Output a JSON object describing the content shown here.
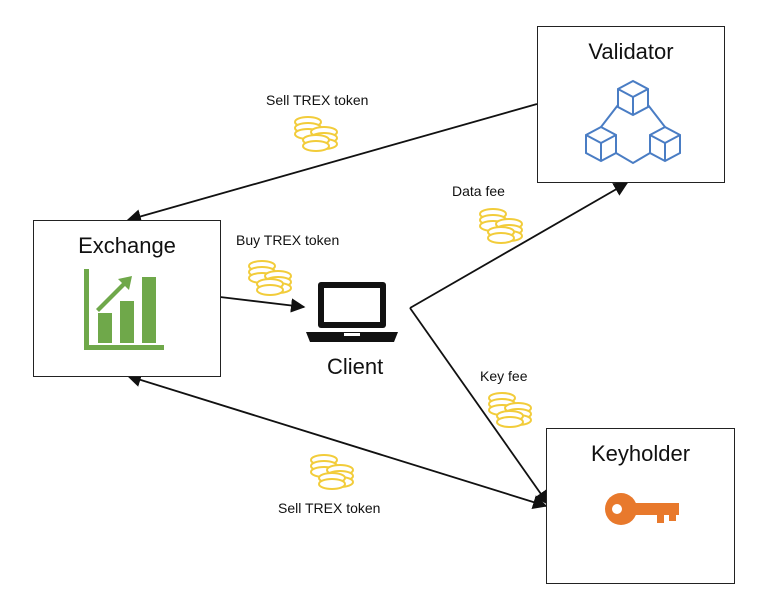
{
  "nodes": {
    "validator": {
      "title": "Validator",
      "icon": "blockchain-cubes-icon"
    },
    "exchange": {
      "title": "Exchange",
      "icon": "growth-chart-icon"
    },
    "client": {
      "title": "Client",
      "icon": "laptop-icon"
    },
    "keyholder": {
      "title": "Keyholder",
      "icon": "key-icon"
    }
  },
  "edges": {
    "sell_to_exchange": {
      "label": "Sell TREX token",
      "from": "validator",
      "to": "exchange",
      "icon": "coins-icon"
    },
    "buy": {
      "label": "Buy TREX token",
      "from": "exchange",
      "to": "client",
      "icon": "coins-icon"
    },
    "data_fee": {
      "label": "Data fee",
      "from": "client",
      "to": "validator",
      "icon": "coins-icon"
    },
    "key_fee": {
      "label": "Key fee",
      "from": "client",
      "to": "keyholder",
      "icon": "coins-icon"
    },
    "sell_keyholder": {
      "label": "Sell TREX token",
      "from": "keyholder",
      "to": "exchange",
      "bidirectional": true,
      "icon": "coins-icon"
    }
  },
  "colors": {
    "validator_icon": "#4a7dc4",
    "exchange_icon": "#6fa84a",
    "key_icon": "#e8792c",
    "coins": "#f2cc3a",
    "arrows": "#111111"
  }
}
